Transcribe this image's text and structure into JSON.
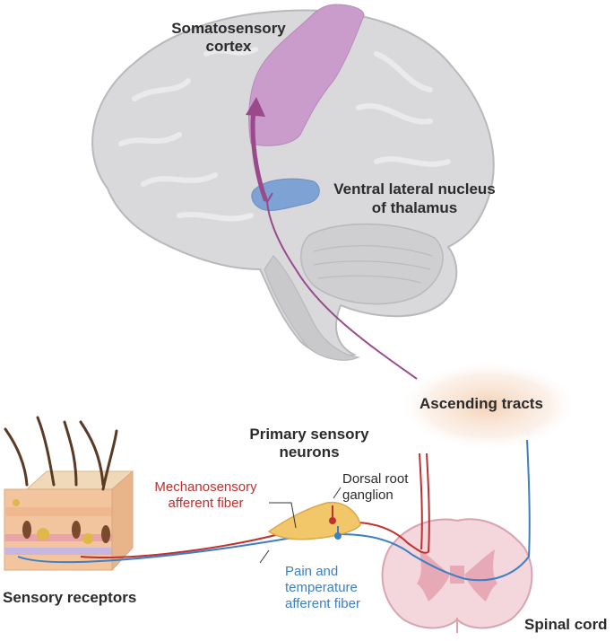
{
  "labels": {
    "somatosensory_cortex": [
      "Somatosensory",
      "cortex"
    ],
    "thalamus": [
      "Ventral lateral nucleus",
      "of thalamus"
    ],
    "ascending_tracts": "Ascending tracts",
    "primary_sensory_neurons": [
      "Primary sensory",
      "neurons"
    ],
    "dorsal_root_ganglion": [
      "Dorsal root",
      "ganglion"
    ],
    "mechanosensory_fiber": [
      "Mechanosensory",
      "afferent fiber"
    ],
    "pain_fiber": [
      "Pain and",
      "temperature",
      "afferent fiber"
    ],
    "sensory_receptors": "Sensory receptors",
    "spinal_cord": "Spinal cord"
  },
  "colors": {
    "brain": "#d9d9db",
    "brain_outline": "#b9b9bd",
    "cortex": "#c99ccb",
    "thalamus": "#7ea2d3",
    "pathway": "#9a4a8c",
    "mechanosensory": "#c0302e",
    "pain": "#3c7fc4",
    "ganglion": "#f2c76a",
    "spinal_cord": "#f3d7dc",
    "gray_matter": "#e8a9b6",
    "label_mechano": "#c0302e",
    "label_pain": "#3c7fc4"
  }
}
